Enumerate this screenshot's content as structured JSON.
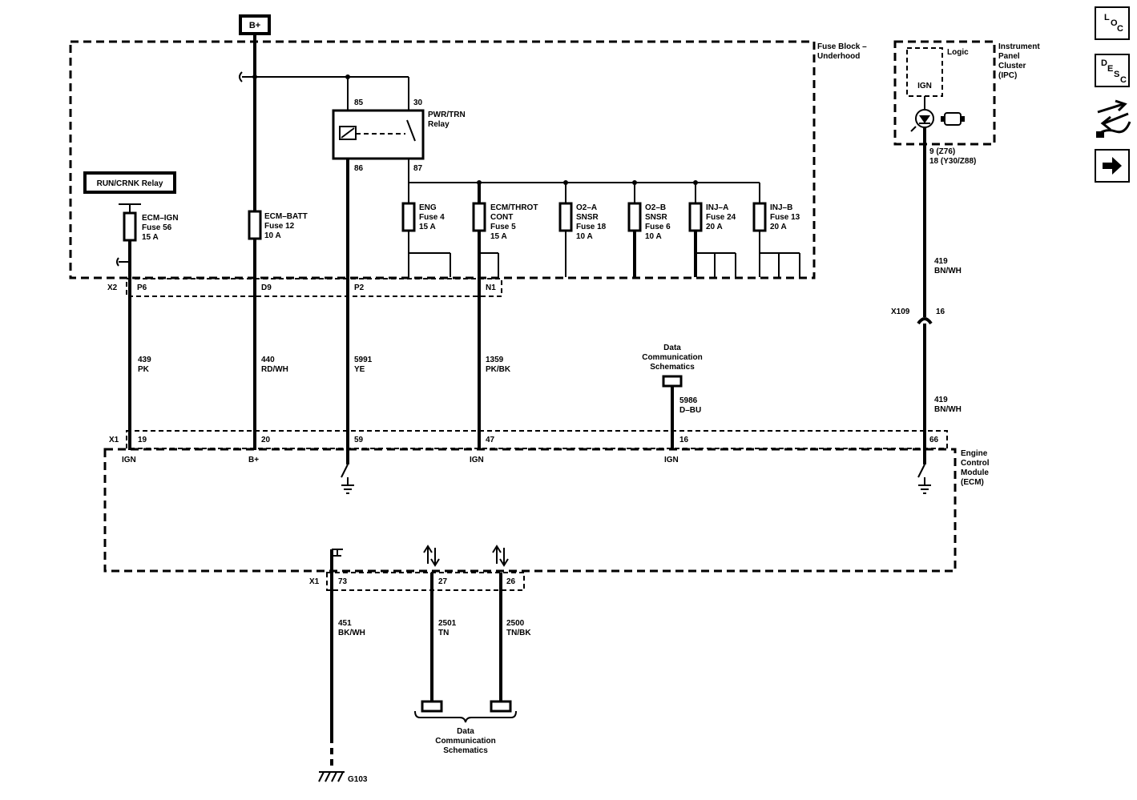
{
  "power_source": "B+",
  "fuse_block": {
    "line1": "Fuse Block –",
    "line2": "Underhood"
  },
  "relay_pwr_trn": {
    "line1": "PWR/TRN",
    "line2": "Relay",
    "pin85": "85",
    "pin30": "30",
    "pin86": "86",
    "pin87": "87"
  },
  "relay_run_crnk": "RUN/CRNK Relay",
  "fuses": [
    {
      "l1": "ECM–IGN",
      "l2": "Fuse 56",
      "l3": "15 A"
    },
    {
      "l1": "ECM–BATT",
      "l2": "Fuse 12",
      "l3": "10 A"
    },
    {
      "l1": "ENG",
      "l2": "Fuse 4",
      "l3": "15 A"
    },
    {
      "l1": "ECM/THROT",
      "l2": "CONT",
      "l3": "Fuse 5",
      "l4": "15 A"
    },
    {
      "l1": "O2–A",
      "l2": "SNSR",
      "l3": "Fuse 18",
      "l4": "10 A"
    },
    {
      "l1": "O2–B",
      "l2": "SNSR",
      "l3": "Fuse 6",
      "l4": "10 A"
    },
    {
      "l1": "INJ–A",
      "l2": "Fuse 24",
      "l3": "20 A"
    },
    {
      "l1": "INJ–B",
      "l2": "Fuse 13",
      "l3": "20 A"
    }
  ],
  "connector_x2": {
    "name": "X2",
    "pins": [
      "P6",
      "D9",
      "P2",
      "N1"
    ]
  },
  "wires_upper": [
    {
      "circuit": "439",
      "color": "PK"
    },
    {
      "circuit": "440",
      "color": "RD/WH"
    },
    {
      "circuit": "5991",
      "color": "YE"
    },
    {
      "circuit": "1359",
      "color": "PK/BK"
    }
  ],
  "data_comm_upper": {
    "l1": "Data",
    "l2": "Communication",
    "l3": "Schematics",
    "circuit": "5986",
    "color": "D–BU"
  },
  "ipc": {
    "l1": "Instrument",
    "l2": "Panel",
    "l3": "Cluster",
    "l4": "(IPC)",
    "logic": "Logic",
    "ign": "IGN",
    "pin_a": "9 (Z76)",
    "pin_b": "18 (Y30/Z88)"
  },
  "wire_419_a": {
    "circuit": "419",
    "color": "BN/WH"
  },
  "connector_x109": {
    "name": "X109",
    "pin": "16"
  },
  "wire_419_b": {
    "circuit": "419",
    "color": "BN/WH"
  },
  "connector_x1_top": {
    "name": "X1",
    "pins": [
      "19",
      "20",
      "59",
      "47",
      "16",
      "66"
    ]
  },
  "ecm_pin_labels": [
    "IGN",
    "B+",
    "IGN",
    "IGN"
  ],
  "ecm": {
    "l1": "Engine",
    "l2": "Control",
    "l3": "Module",
    "l4": "(ECM)"
  },
  "connector_x1_bottom": {
    "name": "X1",
    "pins": [
      "73",
      "27",
      "26"
    ]
  },
  "wires_lower": [
    {
      "circuit": "451",
      "color": "BK/WH"
    },
    {
      "circuit": "2501",
      "color": "TN"
    },
    {
      "circuit": "2500",
      "color": "TN/BK"
    }
  ],
  "data_comm_lower": {
    "l1": "Data",
    "l2": "Communication",
    "l3": "Schematics"
  },
  "ground": "G103",
  "nav": {
    "loc": [
      "L",
      "O",
      "C"
    ],
    "desc": [
      "D",
      "E",
      "S",
      "C"
    ]
  }
}
